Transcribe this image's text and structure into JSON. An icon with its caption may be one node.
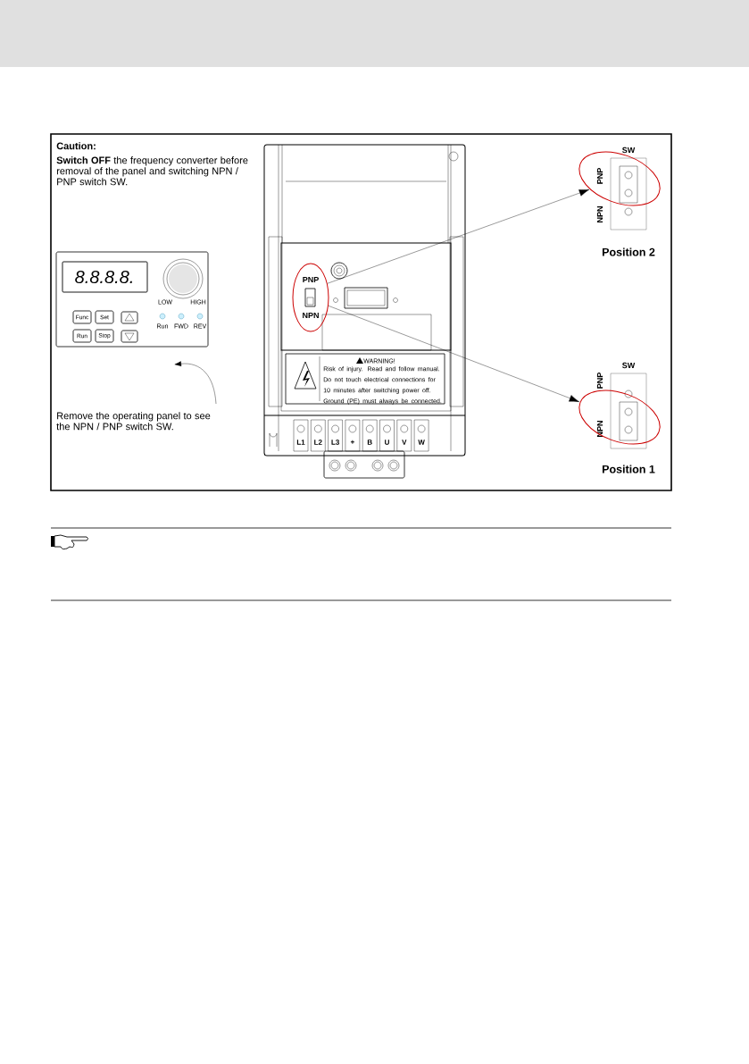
{
  "diagram": {
    "nodes": [
      {
        "text": [
          "PNP",
          "NPN"
        ]
      },
      {
        "text": [
          "SW",
          "PNP",
          "NPN"
        ],
        "beside": [
          "Position 2"
        ]
      },
      {
        "text": [
          "SW",
          "PNP",
          "NPN"
        ],
        "beside": [
          "Position 1"
        ]
      }
    ],
    "edges": [
      {
        "from": 0,
        "to": 1,
        "arrow": "to"
      },
      {
        "from": 0,
        "to": 2,
        "arrow": "to"
      }
    ],
    "labels": [
      "Caution:",
      "**Switch OFF** the frequency converter before removal of the panel and switching NPN / PNP switch SW.",
      "8.8.8.8.",
      "LOW",
      "HIGH",
      "Func",
      "Set",
      "Run",
      "Stop",
      "Run",
      "FWD",
      "REV",
      "Remove the operating panel to see the NPN / PNP switch SW.",
      "WARNING!",
      "Risk of injury. Read and follow manual. Do not touch electrical connections for 10 minutes after switching power off. Ground (PE) must always be connected.",
      "L1",
      "L2",
      "L3",
      "+",
      "B",
      "U",
      "V",
      "W"
    ]
  }
}
